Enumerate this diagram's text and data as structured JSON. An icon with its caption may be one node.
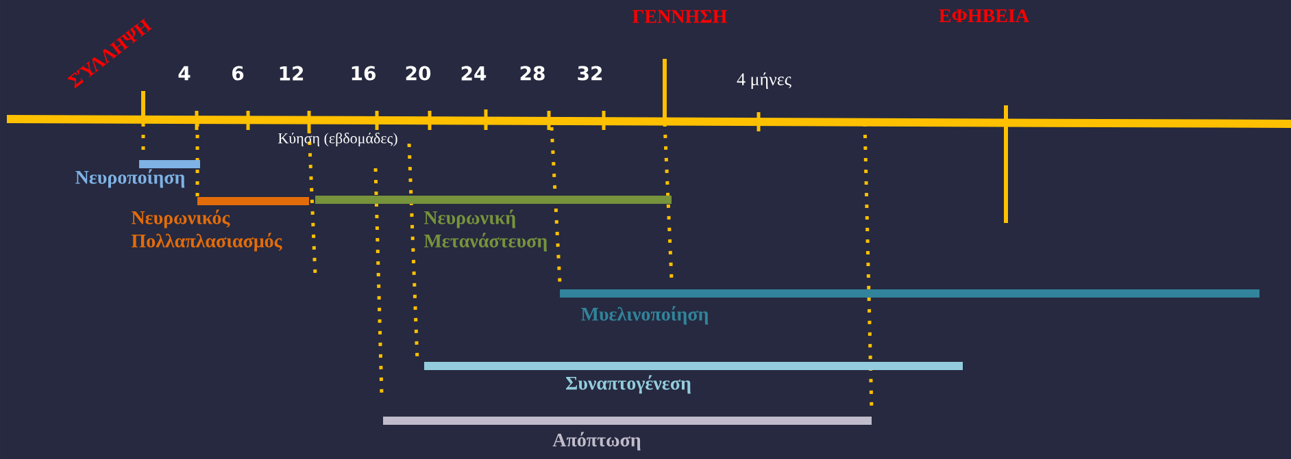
{
  "diagram": {
    "nodes": [
      {
        "text": [],
        "shape": "bar",
        "beside": [
          "Νευροποίηση"
        ]
      },
      {
        "text": [],
        "shape": "bar",
        "beside": [
          "Νευρωνικός Πολλαπλασιασμός"
        ]
      },
      {
        "text": [],
        "shape": "bar",
        "beside": [
          "Νευρωνική Μετανάστευση"
        ]
      },
      {
        "text": [],
        "shape": "bar",
        "beside": [
          "Μυελινοποίηση"
        ]
      },
      {
        "text": [],
        "shape": "bar",
        "beside": [
          "Συναπτογένεση"
        ]
      },
      {
        "text": [],
        "shape": "bar",
        "beside": [
          "Απόπτωση"
        ]
      }
    ],
    "labels": [
      "ΓΕΝΝΗΣΗ",
      "ΕΦΗΒΕΙΑ",
      "ΣΎΛΛΗΨΗ",
      "4",
      "6",
      "12",
      "16",
      "20",
      "24",
      "28",
      "32",
      "4 μήνες",
      "Κύηση (εβδομάδες)"
    ]
  }
}
